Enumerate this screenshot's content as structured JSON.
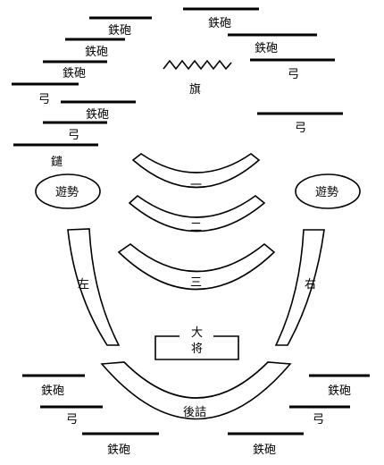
{
  "labels": {
    "teppo": "鉄砲",
    "yumi": "弓",
    "hata": "旗",
    "yari": "鑓",
    "yuzei": "遊勢",
    "hidari": "左",
    "migi": "右",
    "ichi": "一",
    "ni": "二",
    "san": "三",
    "tai": "大",
    "sho": "将",
    "gozume": "後詰"
  }
}
